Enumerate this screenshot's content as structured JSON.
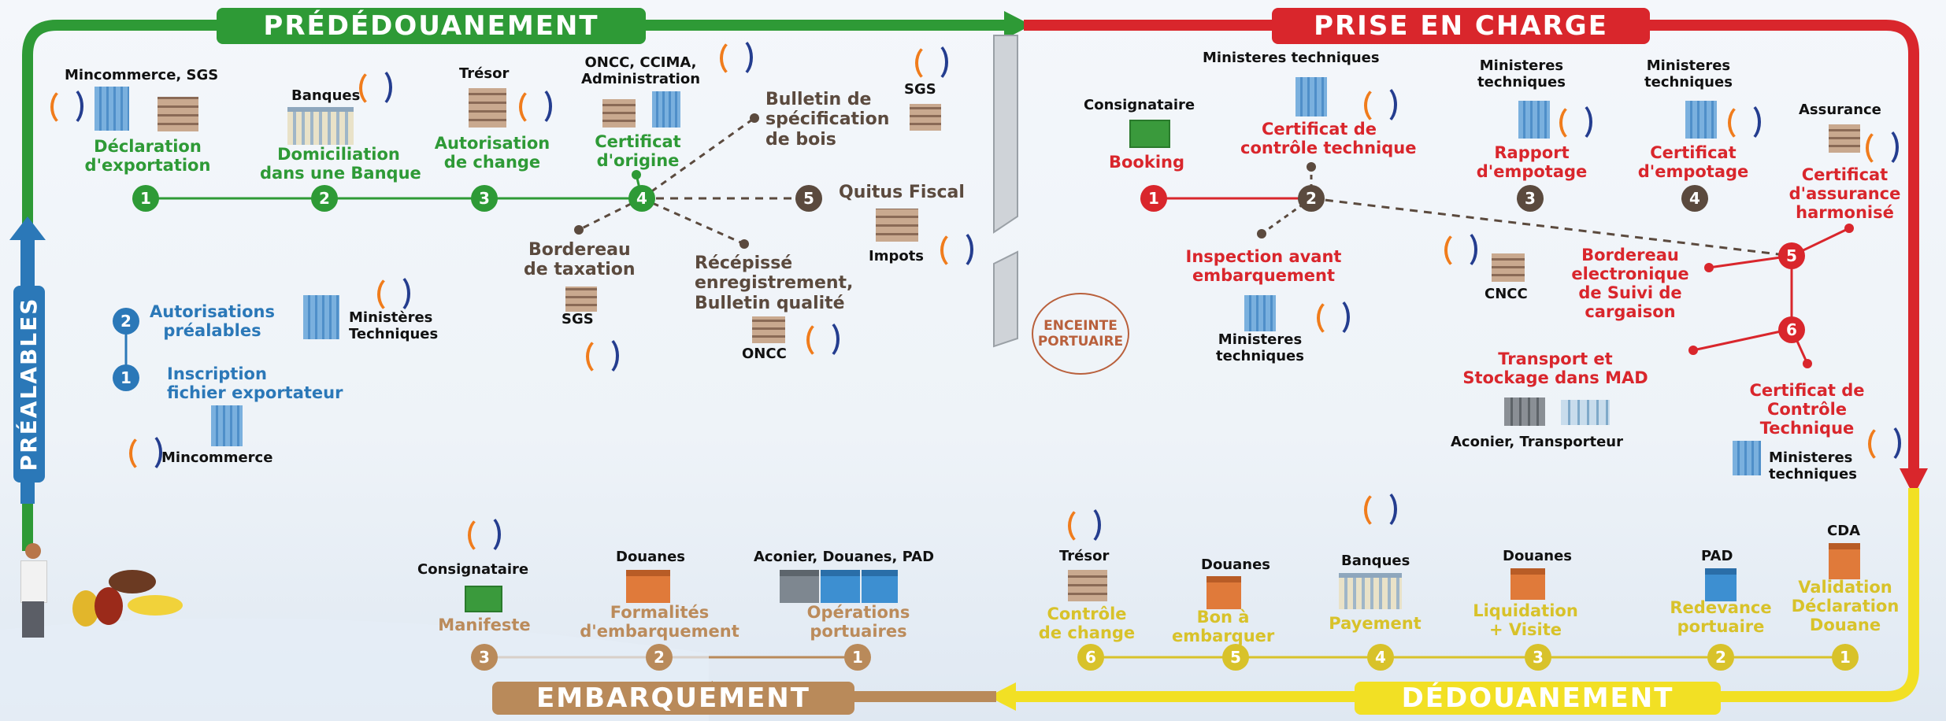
{
  "banners": {
    "predouanement": "PRÉDÉDOUANEMENT",
    "prise_en_charge": "PRISE EN CHARGE",
    "embarquement": "EMBARQUEMENT",
    "dedouanement": "DÉDOUANEMENT",
    "prealables": "PRÉALABLES"
  },
  "colors": {
    "green": "#2e9a36",
    "red": "#d9262c",
    "yellow": "#f2e024",
    "brown": "#b98a5a",
    "blue": "#2b78b8",
    "dark_brown": "#5b4a3e"
  },
  "enceinte": "ENCEINTE\nPORTUAIRE",
  "predouanement": {
    "steps": [
      {
        "num": "1",
        "label": "Déclaration\nd'exportation",
        "org": "Mincommerce, SGS"
      },
      {
        "num": "2",
        "label": "Domiciliation\ndans une Banque",
        "org": "Banques"
      },
      {
        "num": "3",
        "label": "Autorisation\nde change",
        "org": "Trésor"
      },
      {
        "num": "4",
        "label": "Certificat\nd'origine",
        "org": "ONCC, CCIMA,\nAdministration"
      },
      {
        "num": "5",
        "label": "Quitus Fiscal",
        "org": "Impots"
      }
    ],
    "branches": [
      {
        "label": "Bulletin de\nspécification\nde bois",
        "org": "SGS"
      },
      {
        "label": "Bordereau\nde taxation",
        "org": "SGS"
      },
      {
        "label": "Récépissé\nenregistrement,\nBulletin qualité",
        "org": "ONCC"
      }
    ]
  },
  "prealables": {
    "items": [
      {
        "num": "2",
        "label": "Autorisations\npréalables",
        "org": "Ministères\nTechniques"
      },
      {
        "num": "1",
        "label": "Inscription\nfichier exportateur",
        "org": "Mincommerce"
      }
    ]
  },
  "prise_en_charge": {
    "steps": [
      {
        "num": "1",
        "label": "Booking",
        "org": "Consignataire"
      },
      {
        "num": "2",
        "label": "Certificat de\ncontrôle technique",
        "org": "Ministeres techniques"
      },
      {
        "num": "3",
        "label": "Rapport\nd'empotage",
        "org": "Ministeres\ntechniques"
      },
      {
        "num": "4",
        "label": "Certificat\nd'empotage",
        "org": "Ministeres\ntechniques"
      },
      {
        "num": "5",
        "label": "Bordereau\nelectronique\nde Suivi de\ncargaison",
        "org": "CNCC"
      },
      {
        "num": "6",
        "label": "Transport et\nStockage dans MAD",
        "org": "Aconier, Transporteur"
      }
    ],
    "branches": [
      {
        "label": "Inspection avant\nembarquement",
        "org": "Ministeres\ntechniques"
      },
      {
        "label": "Certificat\nd'assurance\nharmonisé",
        "org": "Assurance"
      },
      {
        "label": "Certificat de\nContrôle\nTechnique",
        "org": "Ministeres\ntechniques"
      }
    ]
  },
  "dedouanement": {
    "steps": [
      {
        "num": "1",
        "label": "Validation\nDéclaration\nDouane",
        "org": "CDA"
      },
      {
        "num": "2",
        "label": "Redevance\nportuaire",
        "org": "PAD"
      },
      {
        "num": "3",
        "label": "Liquidation\n+ Visite",
        "org": "Douanes"
      },
      {
        "num": "4",
        "label": "Payement",
        "org": "Banques"
      },
      {
        "num": "5",
        "label": "Bon à\nembarquer",
        "org": "Douanes"
      },
      {
        "num": "6",
        "label": "Contrôle\nde change",
        "org": "Trésor"
      }
    ]
  },
  "embarquement": {
    "steps": [
      {
        "num": "1",
        "label": "Opérations\nportuaires",
        "org": "Aconier, Douanes, PAD"
      },
      {
        "num": "2",
        "label": "Formalités\nd'embarquement",
        "org": "Douanes"
      },
      {
        "num": "3",
        "label": "Manifeste",
        "org": "Consignataire"
      }
    ]
  }
}
